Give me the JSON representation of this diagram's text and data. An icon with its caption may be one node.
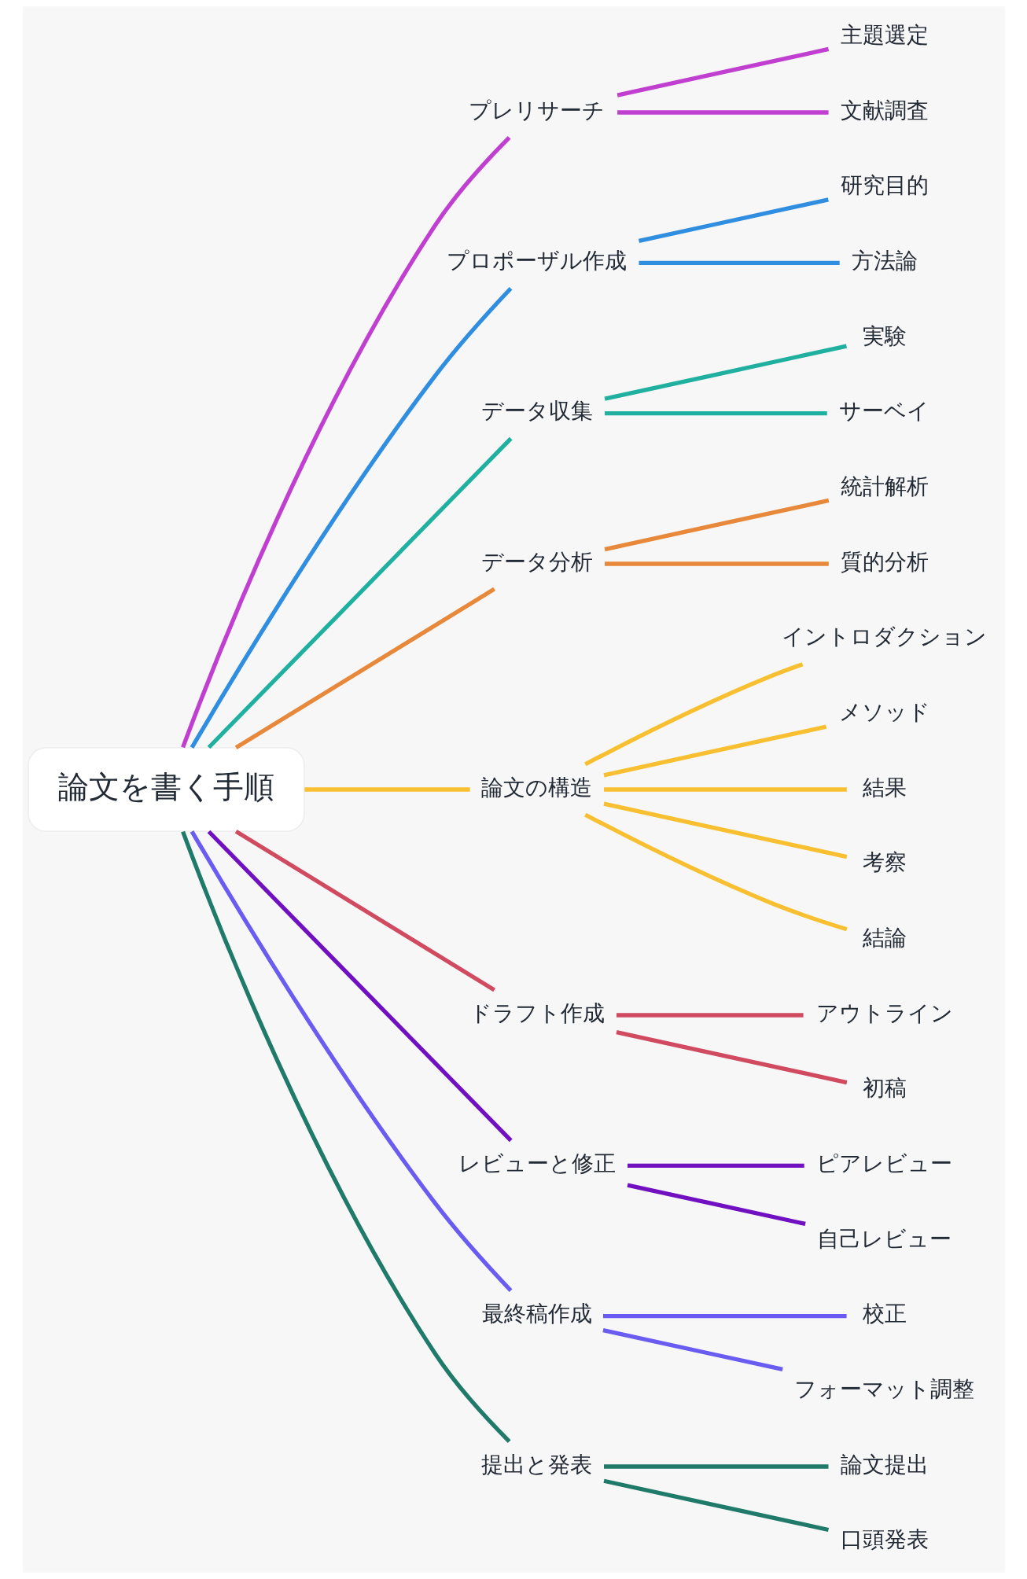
{
  "diagram": {
    "nodes": [
      {
        "text": [
          "論文を書く手順"
        ]
      },
      {
        "text": [
          "プレリサーチ"
        ]
      },
      {
        "text": [
          "主題選定"
        ]
      },
      {
        "text": [
          "文献調査"
        ]
      },
      {
        "text": [
          "プロポーザル作成"
        ]
      },
      {
        "text": [
          "研究目的"
        ]
      },
      {
        "text": [
          "方法論"
        ]
      },
      {
        "text": [
          "データ収集"
        ]
      },
      {
        "text": [
          "実験"
        ]
      },
      {
        "text": [
          "サーベイ"
        ]
      },
      {
        "text": [
          "データ分析"
        ]
      },
      {
        "text": [
          "統計解析"
        ]
      },
      {
        "text": [
          "質的分析"
        ]
      },
      {
        "text": [
          "論文の構造"
        ]
      },
      {
        "text": [
          "イントロダクション"
        ]
      },
      {
        "text": [
          "メソッド"
        ]
      },
      {
        "text": [
          "結果"
        ]
      },
      {
        "text": [
          "考察"
        ]
      },
      {
        "text": [
          "結論"
        ]
      },
      {
        "text": [
          "ドラフト作成"
        ]
      },
      {
        "text": [
          "アウトライン"
        ]
      },
      {
        "text": [
          "初稿"
        ]
      },
      {
        "text": [
          "レビューと修正"
        ]
      },
      {
        "text": [
          "ピアレビュー"
        ]
      },
      {
        "text": [
          "自己レビュー"
        ]
      },
      {
        "text": [
          "最終稿作成"
        ]
      },
      {
        "text": [
          "校正"
        ]
      },
      {
        "text": [
          "フォーマット調整"
        ]
      },
      {
        "text": [
          "提出と発表"
        ]
      },
      {
        "text": [
          "論文提出"
        ]
      },
      {
        "text": [
          "口頭発表"
        ]
      }
    ],
    "edges": [
      {
        "from": 0,
        "to": 1,
        "arrow": "none",
        "color": "#c03fd0"
      },
      {
        "from": 1,
        "to": 2,
        "arrow": "none",
        "color": "#c03fd0"
      },
      {
        "from": 1,
        "to": 3,
        "arrow": "none",
        "color": "#c03fd0"
      },
      {
        "from": 0,
        "to": 4,
        "arrow": "none",
        "color": "#2f8ee0"
      },
      {
        "from": 4,
        "to": 5,
        "arrow": "none",
        "color": "#2f8ee0"
      },
      {
        "from": 4,
        "to": 6,
        "arrow": "none",
        "color": "#2f8ee0"
      },
      {
        "from": 0,
        "to": 7,
        "arrow": "none",
        "color": "#20b0a0"
      },
      {
        "from": 7,
        "to": 8,
        "arrow": "none",
        "color": "#20b0a0"
      },
      {
        "from": 7,
        "to": 9,
        "arrow": "none",
        "color": "#20b0a0"
      },
      {
        "from": 0,
        "to": 10,
        "arrow": "none",
        "color": "#e8883a"
      },
      {
        "from": 10,
        "to": 11,
        "arrow": "none",
        "color": "#e8883a"
      },
      {
        "from": 10,
        "to": 12,
        "arrow": "none",
        "color": "#e8883a"
      },
      {
        "from": 0,
        "to": 13,
        "arrow": "none",
        "color": "#f8c030"
      },
      {
        "from": 13,
        "to": 14,
        "arrow": "none",
        "color": "#f8c030"
      },
      {
        "from": 13,
        "to": 15,
        "arrow": "none",
        "color": "#f8c030"
      },
      {
        "from": 13,
        "to": 16,
        "arrow": "none",
        "color": "#f8c030"
      },
      {
        "from": 13,
        "to": 17,
        "arrow": "none",
        "color": "#f8c030"
      },
      {
        "from": 13,
        "to": 18,
        "arrow": "none",
        "color": "#f8c030"
      },
      {
        "from": 0,
        "to": 19,
        "arrow": "none",
        "color": "#d04a60"
      },
      {
        "from": 19,
        "to": 20,
        "arrow": "none",
        "color": "#d04a60"
      },
      {
        "from": 19,
        "to": 21,
        "arrow": "none",
        "color": "#d04a60"
      },
      {
        "from": 0,
        "to": 22,
        "arrow": "none",
        "color": "#7010c0"
      },
      {
        "from": 22,
        "to": 23,
        "arrow": "none",
        "color": "#7010c0"
      },
      {
        "from": 22,
        "to": 24,
        "arrow": "none",
        "color": "#7010c0"
      },
      {
        "from": 0,
        "to": 25,
        "arrow": "none",
        "color": "#6a5cf0"
      },
      {
        "from": 25,
        "to": 26,
        "arrow": "none",
        "color": "#6a5cf0"
      },
      {
        "from": 25,
        "to": 27,
        "arrow": "none",
        "color": "#6a5cf0"
      },
      {
        "from": 0,
        "to": 28,
        "arrow": "none",
        "color": "#1f7a6a"
      },
      {
        "from": 28,
        "to": 29,
        "arrow": "none",
        "color": "#1f7a6a"
      },
      {
        "from": 28,
        "to": 30,
        "arrow": "none",
        "color": "#1f7a6a"
      }
    ]
  }
}
